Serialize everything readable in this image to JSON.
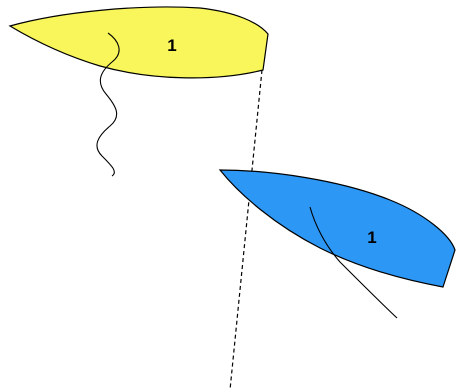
{
  "boats": [
    {
      "id": "yellow-boat",
      "number": "1",
      "color": "#f8f65a"
    },
    {
      "id": "blue-boat",
      "number": "1",
      "color": "#2c97f4"
    }
  ],
  "line": {
    "style": "dashed"
  }
}
